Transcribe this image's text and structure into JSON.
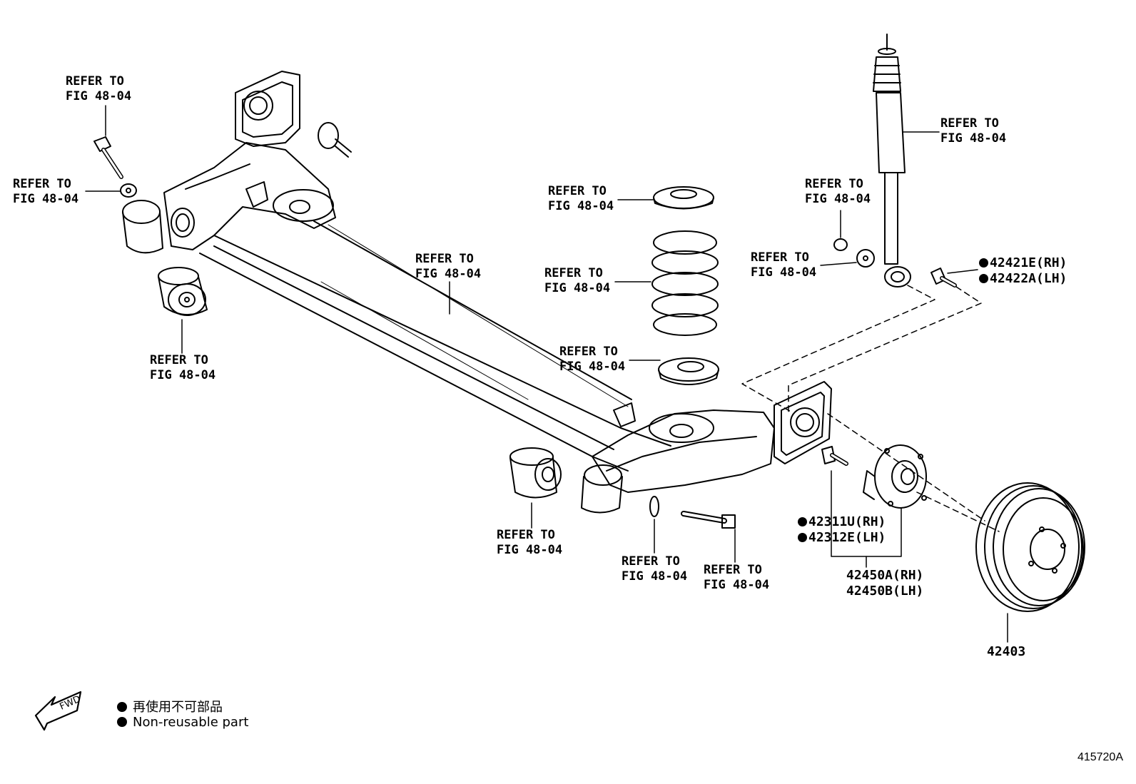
{
  "refer_label": {
    "line1": "REFER TO",
    "line2": "FIG 48-04"
  },
  "parts": {
    "bolt_shock_rh": "42421E(RH)",
    "bolt_shock_lh": "42422A(LH)",
    "hub_bolt_rh": "42311U(RH)",
    "hub_bolt_lh": "42312E(LH)",
    "hub_assy_rh": "42450A(RH)",
    "hub_assy_lh": "42450B(LH)",
    "brake_drum": "42403"
  },
  "fwd_arrow": "FWD",
  "legend": {
    "jp": "再使用不可部品",
    "en": "Non-reusable part"
  },
  "figure_id": "415720A"
}
